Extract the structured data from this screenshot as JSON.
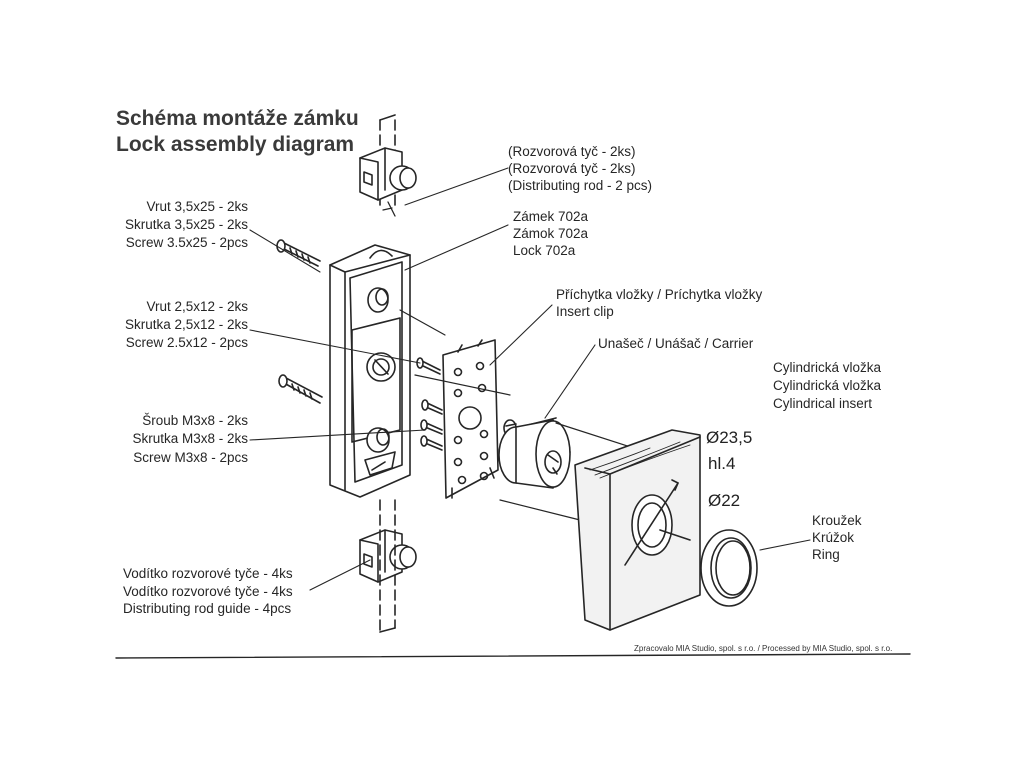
{
  "title": {
    "cz": "Schéma montáže zámku",
    "en": "Lock assembly diagram"
  },
  "parts": {
    "rod": [
      "(Rozvorová tyč - 2ks)",
      "(Rozvorová tyč - 2ks)",
      "(Distributing rod - 2 pcs)"
    ],
    "lock": [
      "Zámek 702a",
      "Zámok 702a",
      "Lock 702a"
    ],
    "screw_3_5": [
      "Vrut 3,5x25 - 2ks",
      "Skrutka 3,5x25 - 2ks",
      "Screw 3.5x25 - 2pcs"
    ],
    "screw_2_5": [
      "Vrut 2,5x12 - 2ks",
      "Skrutka 2,5x12 - 2ks",
      "Screw 2.5x12 - 2pcs"
    ],
    "screw_m3": [
      "Šroub M3x8 - 2ks",
      "Skrutka M3x8 - 2ks",
      "Screw M3x8 - 2pcs"
    ],
    "rod_guide": [
      "Vodítko rozvorové tyče - 4ks",
      "Vodítko rozvorové tyče - 4ks",
      "Distributing rod guide - 4pcs"
    ],
    "insert_clip": [
      "Příchytka vložky / Príchytka vložky",
      "Insert clip"
    ],
    "carrier": [
      "Unašeč / Unášač / Carrier"
    ],
    "cyl_insert": [
      "Cylindrická vložka",
      "Cylindrická vložka",
      "Cylindrical insert"
    ],
    "ring": [
      "Kroužek",
      "Krúžok",
      "Ring"
    ]
  },
  "dimensions": {
    "outer": "Ø23,5",
    "depth": "hl.4",
    "inner": "Ø22"
  },
  "footer": "Zpracovalo MIA Studio, spol. s r.o. / Processed by MIA Studio, spol. s r.o.",
  "colors": {
    "ink": "#262626",
    "paper": "#ffffff",
    "wood": "#f2f2f2"
  }
}
